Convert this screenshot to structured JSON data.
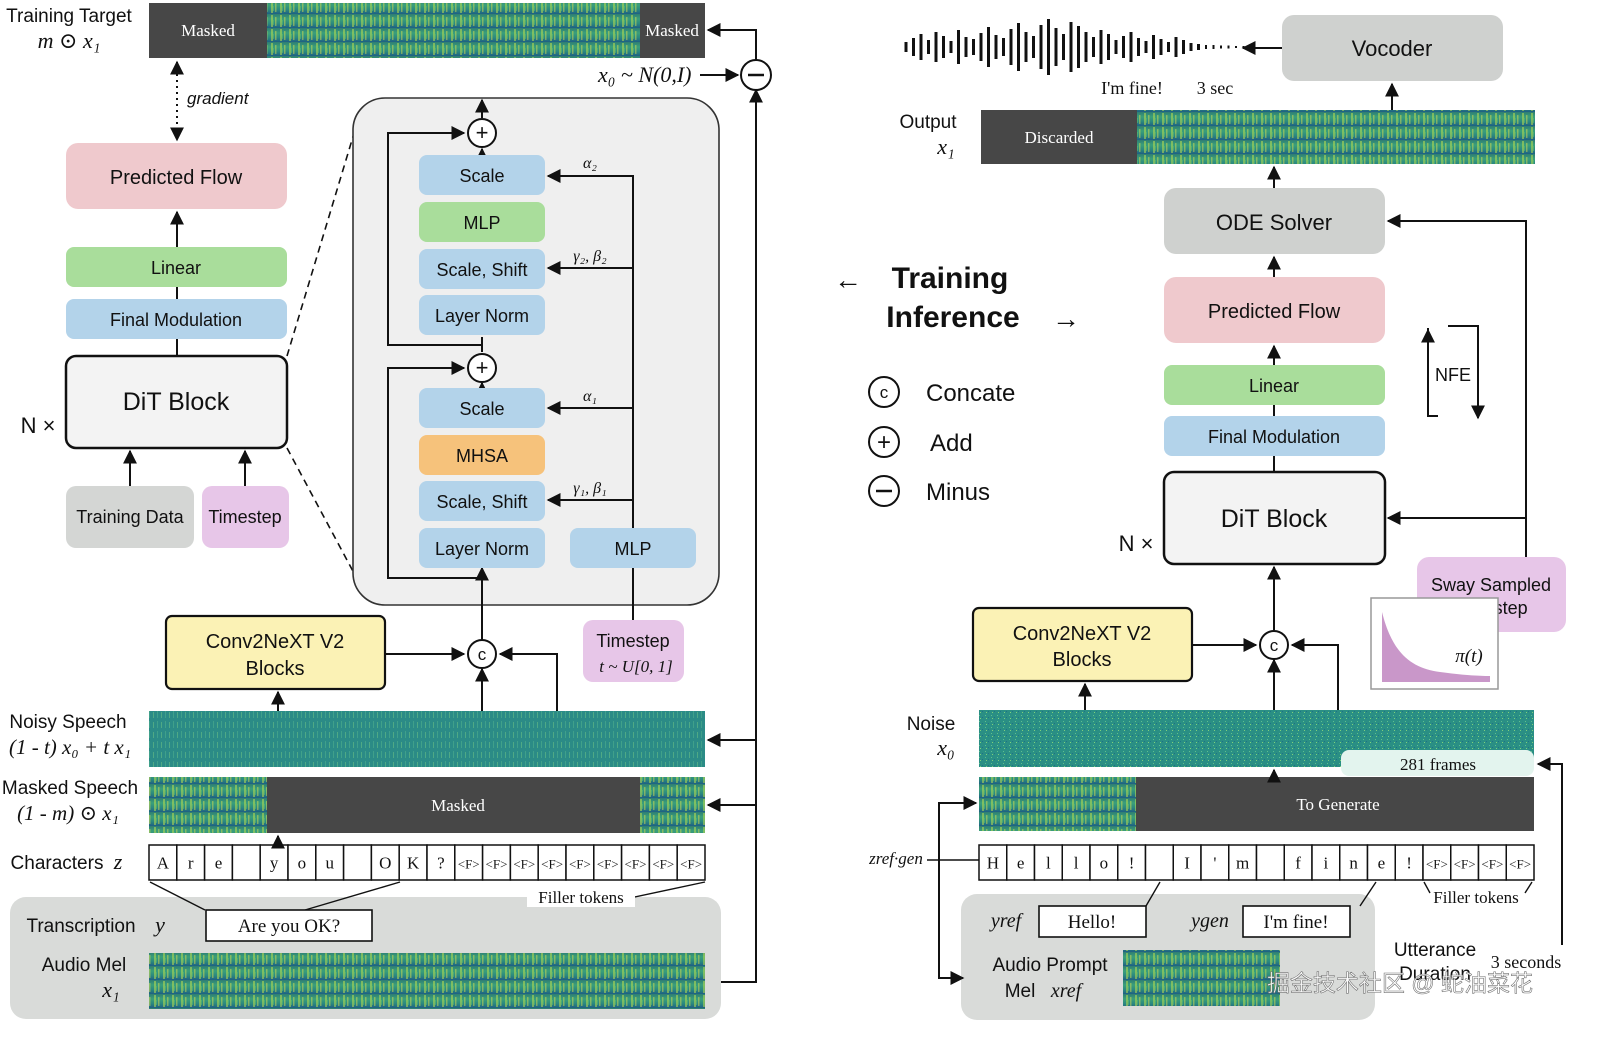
{
  "colors": {
    "pink": "#efc9cd",
    "green": "#a9dd9b",
    "blue": "#b3d3ea",
    "orange": "#f6c27b",
    "yellow": "#fbf2b5",
    "lilac": "#e7c6e8",
    "gray": "#d4d6d4",
    "panel": "#eeeeee",
    "dark": "#474747",
    "dit": "#f3f3f3"
  },
  "training": {
    "target_label": "Training Target",
    "target_formula": "m ⊙ x₁",
    "masked_a": "Masked",
    "masked_b": "Masked",
    "gradient": "gradient",
    "noise_formula": "x₀ ~ N(0,I)",
    "predicted_flow": "Predicted Flow",
    "linear": "Linear",
    "final_modulation": "Final Modulation",
    "dit_block": "DiT Block",
    "n_times": "N ×",
    "training_data": "Training Data",
    "timestep": "Timestep",
    "conv_line1": "Conv2NeXT V2",
    "conv_line2": "Blocks",
    "timestep_box_line1": "Timestep",
    "timestep_box_line2": "t ~ U[0, 1]",
    "noisy_speech": "Noisy Speech",
    "noisy_formula": "(1 - t) x₀ + t x₁",
    "masked_speech": "Masked Speech",
    "masked_formula": "(1 - m) ⊙ x₁",
    "masked_center": "Masked",
    "characters": "Characters",
    "characters_var": "z",
    "chars": [
      "A",
      "r",
      "e",
      "",
      "y",
      "o",
      "u",
      "",
      "O",
      "K",
      "?",
      "<F>",
      "<F>",
      "<F>",
      "<F>",
      "<F>",
      "<F>",
      "<F>",
      "<F>",
      "<F>"
    ],
    "filler_tokens": "Filler tokens",
    "transcription": "Transcription",
    "transcription_var": "y",
    "transcription_text": "Are you OK?",
    "audio_mel": "Audio Mel",
    "audio_mel_var": "x₁"
  },
  "dit_detail": {
    "scale_top": "Scale",
    "mlp_top": "MLP",
    "scale_shift_top": "Scale, Shift",
    "layer_norm_top": "Layer Norm",
    "scale_bottom": "Scale",
    "mhsa": "MHSA",
    "scale_shift_bottom": "Scale, Shift",
    "layer_norm_bottom": "Layer Norm",
    "mlp_side": "MLP",
    "alpha2": "α₂",
    "gamma2_beta2": "γ₂, β₂",
    "alpha1": "α₁",
    "gamma1_beta1": "γ₁, β₁"
  },
  "legend": {
    "training": "Training",
    "inference": "Inference",
    "left_arrow": "←",
    "right_arrow": "→",
    "concat_symbol": "c",
    "concat": "Concate",
    "add": "Add",
    "minus": "Minus"
  },
  "inference": {
    "vocoder": "Vocoder",
    "im_fine": "I'm fine!",
    "three_sec": "3 sec",
    "output": "Output",
    "output_var": "x₁",
    "discarded": "Discarded",
    "ode_solver": "ODE Solver",
    "predicted_flow": "Predicted Flow",
    "linear": "Linear",
    "final_modulation": "Final Modulation",
    "nfe": "NFE",
    "dit_block": "DiT Block",
    "n_times": "N ×",
    "sway_line1": "Sway Sampled",
    "sway_line2": "Timestep",
    "pi_t": "π(t)",
    "conv_line1": "Conv2NeXT V2",
    "conv_line2": "Blocks",
    "noise": "Noise",
    "noise_var": "x₀",
    "frames": "281 frames",
    "to_generate": "To Generate",
    "z_label": "zref·gen",
    "chars": [
      "H",
      "e",
      "l",
      "l",
      "o",
      "!",
      "",
      "I",
      "'",
      "m",
      "",
      "f",
      "i",
      "n",
      "e",
      "!",
      "<F>",
      "<F>",
      "<F>",
      "<F>"
    ],
    "filler_tokens": "Filler tokens",
    "y_ref": "yref",
    "hello": "Hello!",
    "y_gen": "ygen",
    "im_fine_box": "I'm fine!",
    "utterance_line1": "Utterance",
    "utterance_line2": "Duration",
    "three_seconds": "3 seconds",
    "audio_prompt_line1": "Audio Prompt",
    "audio_prompt_line2": "Mel",
    "audio_prompt_var": "xref",
    "watermark": "掘金技术社区 @ 蛇油菜花"
  }
}
